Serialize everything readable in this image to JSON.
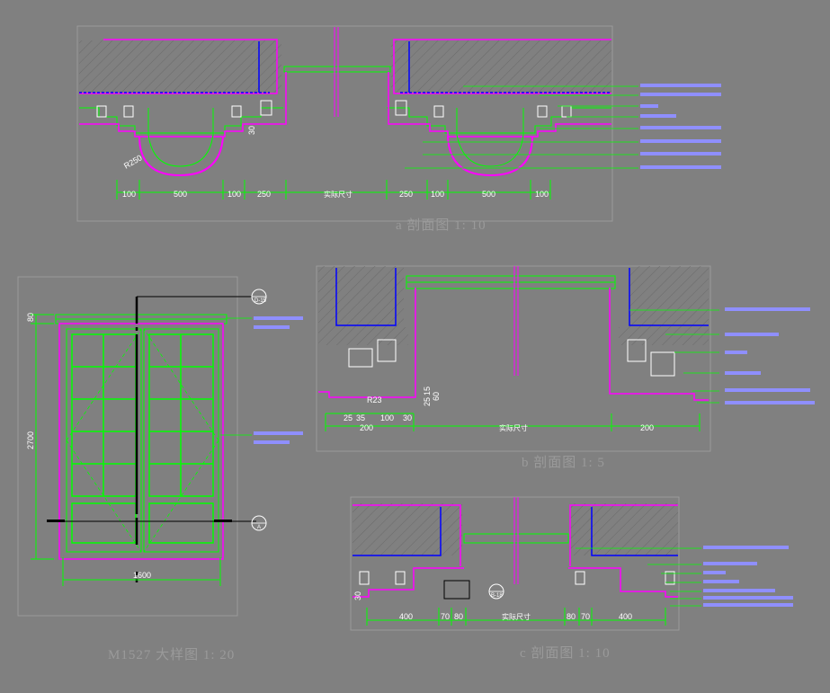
{
  "colors": {
    "background": "#808080",
    "green": "#00ff00",
    "magenta": "#ff00ff",
    "blue": "#0000ff",
    "white": "#ffffff",
    "title": "#9a9a9a"
  },
  "section_a": {
    "title": "a 剖面图 1: 10",
    "dims": [
      "100",
      "500",
      "100",
      "250",
      "实际尺寸",
      "250",
      "100",
      "500",
      "100"
    ],
    "radius": "R250",
    "side_dim": "30",
    "notes": [
      "",
      "",
      "",
      "",
      "",
      "",
      "",
      ""
    ]
  },
  "section_b": {
    "title": "b 剖面图 1: 5",
    "dims": [
      "200",
      "实际尺寸",
      "200"
    ],
    "small_dims": [
      "25",
      "35",
      "100",
      "30"
    ],
    "radius": "R23",
    "vdims": [
      "25",
      "15",
      "60"
    ]
  },
  "section_c": {
    "title": "c 剖面图 1: 10",
    "dims": [
      "400",
      "70",
      "80",
      "实际尺寸",
      "80",
      "70",
      "400"
    ],
    "side_dim": "30",
    "marker": "B-18"
  },
  "elevation": {
    "title": "M1527 大样图 1: 20",
    "height_dim": "2700",
    "top_dim": "80",
    "width_dim": "1600",
    "marker_top": "D-15",
    "marker_side": "A"
  }
}
